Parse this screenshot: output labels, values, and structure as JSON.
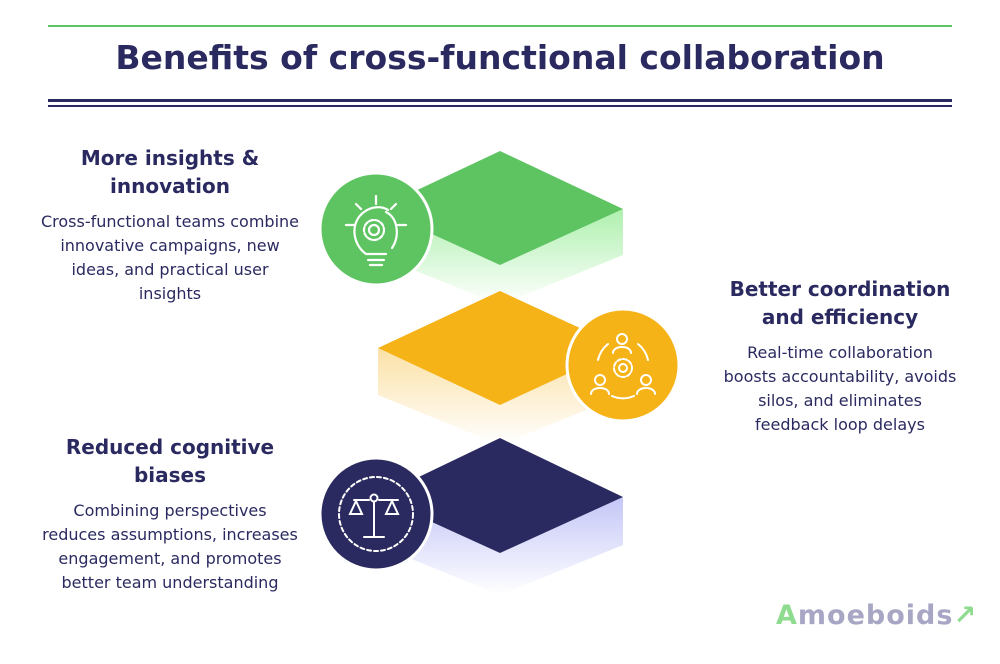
{
  "title": "Benefits of cross-functional collaboration",
  "benefits": [
    {
      "heading": "More insights & innovation",
      "text": "Cross-functional teams combine innovative campaigns, new ideas, and practical user insights",
      "icon": "lightbulb-gear-icon",
      "color": "#5ec462"
    },
    {
      "heading": "Better coordination and efficiency",
      "text": "Real-time collaboration boosts accountability, avoids silos, and eliminates feedback loop delays",
      "icon": "team-gear-icon",
      "color": "#f5b317"
    },
    {
      "heading": "Reduced cognitive biases",
      "text": "Combining perspectives reduces assumptions, increases engagement, and promotes better team understanding",
      "icon": "balance-scale-icon",
      "color": "#2a2a60"
    }
  ],
  "logo": {
    "first": "A",
    "rest": "moeboids"
  }
}
